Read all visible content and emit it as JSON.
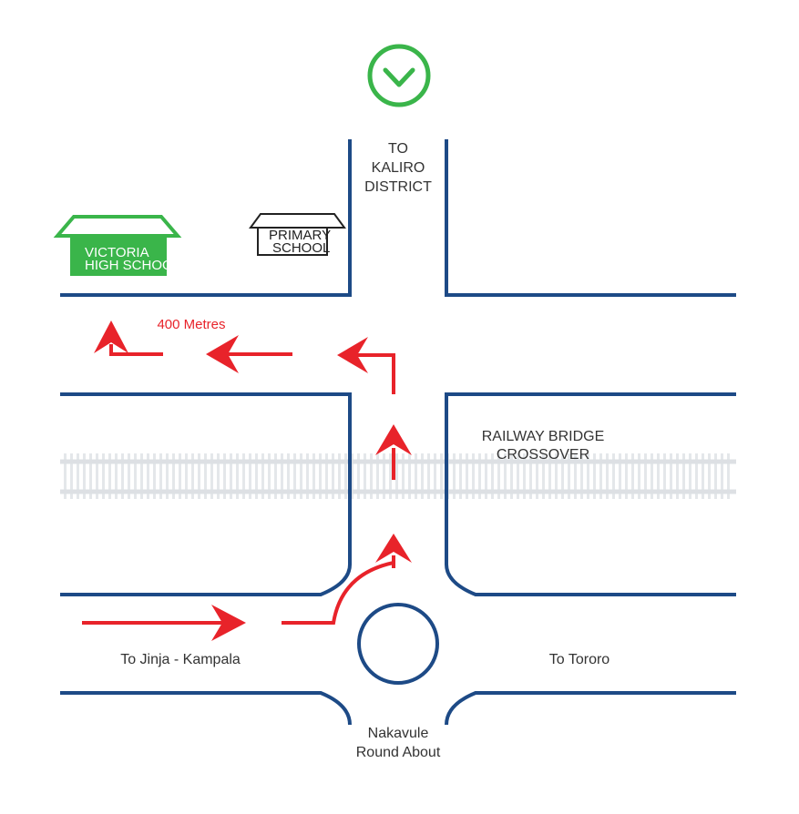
{
  "map": {
    "top_icon": "check-circle-icon",
    "labels": {
      "north_road": [
        "TO",
        "KALIRO",
        "DISTRICT"
      ],
      "victoria_school": [
        "VICTORIA",
        "HIGH SCHOOL"
      ],
      "primary_school": [
        "PRIMARY",
        "SCHOOL"
      ],
      "distance": "400 Metres",
      "railway": [
        "RAILWAY BRIDGE",
        "CROSSOVER"
      ],
      "west_road": "To Jinja - Kampala",
      "east_road": "To Tororo",
      "roundabout": [
        "Nakavule",
        "Round About"
      ]
    },
    "colors": {
      "road": "#1d4a86",
      "route": "#e8232a",
      "check": "#3ab54a",
      "victoria_building": "#3ab54a",
      "railway": "#dde0e4"
    }
  }
}
